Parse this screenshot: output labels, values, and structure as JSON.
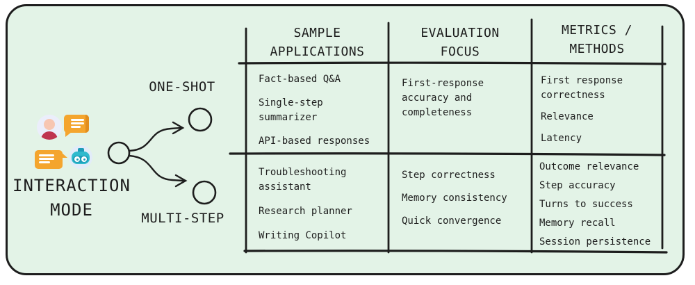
{
  "card": {
    "background_color": "#e3f3e7",
    "border_color": "#1d1d1d",
    "text_color": "#1d1d1d"
  },
  "diagram": {
    "title": "INTERACTION\nMODE",
    "branch_top": "ONE-SHOT",
    "branch_bottom": "MULTI-STEP",
    "icons": [
      {
        "name": "user-avatar-icon",
        "color": "#bf3350"
      },
      {
        "name": "chat-bubble-icon",
        "color": "#f4a52e"
      },
      {
        "name": "chat-bubble-icon",
        "color": "#f4a52e"
      },
      {
        "name": "robot-icon",
        "color": "#2fbacd"
      }
    ]
  },
  "table": {
    "headers": [
      "SAMPLE\nAPPLICATIONS",
      "EVALUATION\nFOCUS",
      "METRICS /\nMETHODS"
    ],
    "rows": [
      {
        "applications": [
          "Fact-based Q&A",
          "Single-step\nsummarizer",
          "API-based responses"
        ],
        "evaluation_focus": [
          "First-response\naccuracy and\ncompleteness"
        ],
        "metrics": [
          "First response\ncorrectness",
          "Relevance",
          "Latency"
        ]
      },
      {
        "applications": [
          "Troubleshooting\nassistant",
          "Research planner",
          "Writing Copilot"
        ],
        "evaluation_focus": [
          "Step correctness",
          "Memory consistency",
          "Quick convergence"
        ],
        "metrics": [
          "Outcome relevance",
          "Step accuracy",
          "Turns to success",
          "Memory recall",
          "Session persistence"
        ]
      }
    ]
  }
}
